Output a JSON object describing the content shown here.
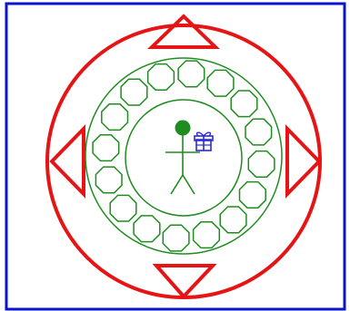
{
  "colors": {
    "frame": "#0a14c8",
    "ring": "#e61414",
    "wheel": "#1e8c1e",
    "hub": "#1e8c1e",
    "player_head": "#1e8c1e",
    "player_body": "#1e8c1e",
    "gift": "#2a2adc",
    "background": "#ffffff"
  },
  "controls": [
    {
      "direction": "up",
      "icon": "triangle-up-icon"
    },
    {
      "direction": "down",
      "icon": "triangle-down-icon"
    },
    {
      "direction": "left",
      "icon": "triangle-left-icon"
    },
    {
      "direction": "right",
      "icon": "triangle-right-icon"
    }
  ],
  "wheel": {
    "slot_count": 16,
    "slot_icon": "octagon-slot-icon"
  },
  "player": {
    "icon": "stick-figure-icon",
    "holding": "gift-icon"
  }
}
